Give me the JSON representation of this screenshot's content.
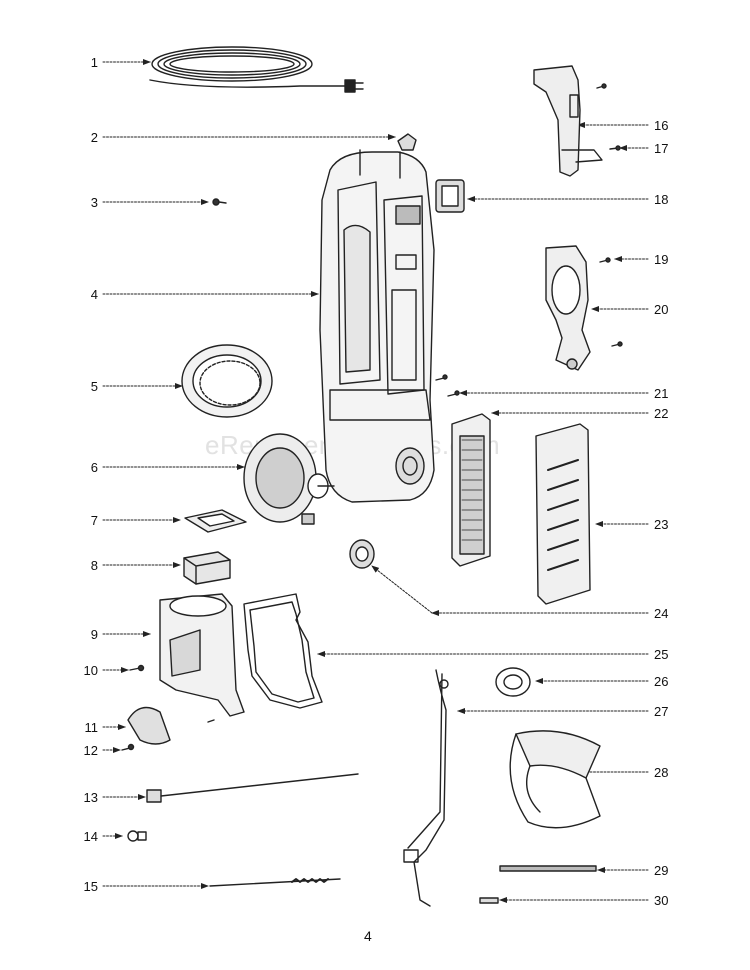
{
  "diagram": {
    "part_numbers": [
      "1",
      "2",
      "3",
      "4",
      "5",
      "6",
      "7",
      "8",
      "9",
      "10",
      "11",
      "12",
      "13",
      "14",
      "15",
      "16",
      "17",
      "18",
      "19",
      "20",
      "21",
      "22",
      "23",
      "24",
      "25",
      "26",
      "27",
      "28",
      "29",
      "30"
    ],
    "page_number": "4",
    "watermark": "eReplacementParts.com"
  }
}
